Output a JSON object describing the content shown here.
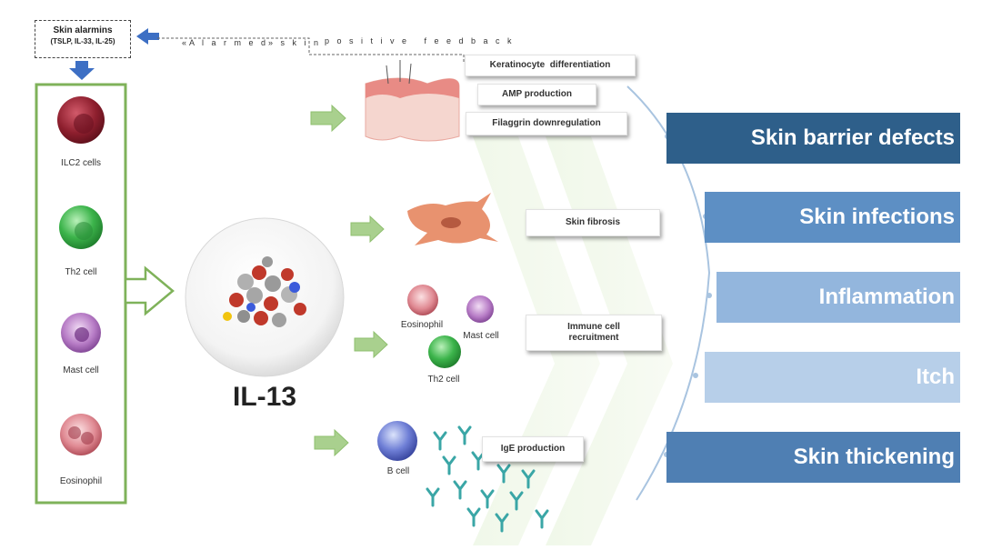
{
  "alarmins": {
    "title": "Skin alarmins",
    "subtitle": "(TSLP, IL-33, IL-25)"
  },
  "labels": {
    "alarmed_skin": "«A l a r m e d» s k i n",
    "positive_feedback": "p o s i t i v e   f e e d b a c k",
    "il13": "IL-13"
  },
  "left_cells": [
    "ILC2 cells",
    "Th2 cell",
    "Mast cell",
    "Eosinophil"
  ],
  "effects": {
    "keratinocyte": "Keratinocyte  differentiation",
    "amp": "AMP production",
    "filaggrin": "Filaggrin downregulation",
    "fibrosis": "Skin fibrosis",
    "immune": "Immune cell recruitment",
    "ige": "IgE production"
  },
  "mid_cells": {
    "eosinophil": "Eosinophil",
    "mast": "Mast cell",
    "th2": "Th2 cell",
    "bcell": "B cell"
  },
  "outcomes": [
    {
      "label": "Skin barrier defects",
      "color": "#2e5f8a"
    },
    {
      "label": "Skin infections",
      "color": "#5d8fc4"
    },
    {
      "label": "Inflammation",
      "color": "#93b6dd"
    },
    {
      "label": "Itch",
      "color": "#b7cfe9"
    },
    {
      "label": "Skin thickening",
      "color": "#4f7fb3"
    }
  ]
}
